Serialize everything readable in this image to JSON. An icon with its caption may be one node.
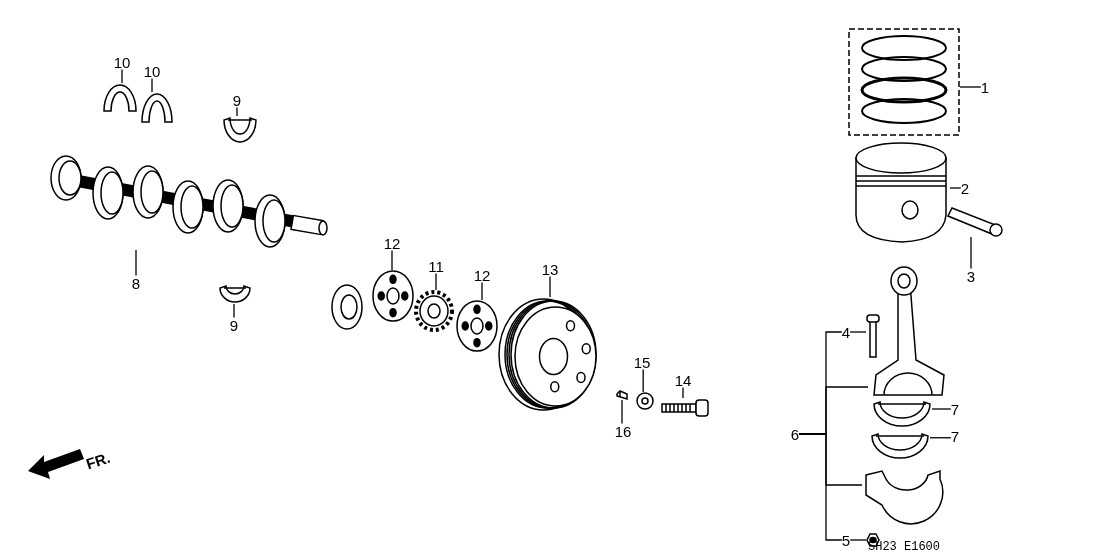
{
  "diagram": {
    "nodes": [
      {
        "text": [
          "10"
        ]
      },
      {
        "text": [
          "10"
        ]
      },
      {
        "text": [
          "9"
        ]
      },
      {
        "text": [
          "8"
        ]
      },
      {
        "text": [
          "9"
        ]
      },
      {
        "text": [
          "12"
        ]
      },
      {
        "text": [
          "11"
        ]
      },
      {
        "text": [
          "12"
        ]
      },
      {
        "text": [
          "13"
        ]
      },
      {
        "text": [
          "15"
        ]
      },
      {
        "text": [
          "14"
        ]
      },
      {
        "text": [
          "16"
        ]
      },
      {
        "text": [
          "1"
        ]
      },
      {
        "text": [
          "2"
        ]
      },
      {
        "text": [
          "3"
        ]
      },
      {
        "text": [
          "4"
        ]
      },
      {
        "text": [
          "6"
        ]
      },
      {
        "text": [
          "7"
        ]
      },
      {
        "text": [
          "7"
        ]
      },
      {
        "text": [
          "5"
        ]
      },
      {
        "text": [],
        "shape": "picture"
      },
      {
        "text": [],
        "shape": "picture"
      },
      {
        "text": [],
        "shape": "picture"
      },
      {
        "text": [],
        "shape": "picture"
      },
      {
        "text": [],
        "shape": "picture"
      },
      {
        "text": [],
        "shape": "picture"
      },
      {
        "text": [],
        "shape": "picture"
      },
      {
        "text": [],
        "shape": "picture"
      },
      {
        "text": [],
        "shape": "picture"
      },
      {
        "text": [],
        "shape": "picture"
      },
      {
        "text": [],
        "shape": "picture"
      },
      {
        "text": [],
        "shape": "picture"
      },
      {
        "text": [],
        "shape": "picture"
      },
      {
        "text": [],
        "shape": "picture"
      },
      {
        "text": [],
        "shape": "picture"
      },
      {
        "text": [],
        "shape": "picture"
      },
      {
        "text": [],
        "shape": "picture"
      },
      {
        "text": [],
        "shape": "picture"
      },
      {
        "text": [],
        "shape": "picture"
      },
      {
        "text": [],
        "shape": "picture"
      },
      {
        "text": [],
        "shape": "picture"
      }
    ],
    "edges": [
      {
        "from": 0,
        "to": 20,
        "arrow": "none"
      },
      {
        "from": 1,
        "to": 21,
        "arrow": "none"
      },
      {
        "from": 2,
        "to": 22,
        "arrow": "none"
      },
      {
        "from": 3,
        "to": 23,
        "arrow": "none"
      },
      {
        "from": 4,
        "to": 24,
        "arrow": "none"
      },
      {
        "from": 5,
        "to": 25,
        "arrow": "none"
      },
      {
        "from": 6,
        "to": 26,
        "arrow": "none"
      },
      {
        "from": 7,
        "to": 27,
        "arrow": "none"
      },
      {
        "from": 8,
        "to": 28,
        "arrow": "none"
      },
      {
        "from": 9,
        "to": 29,
        "arrow": "none"
      },
      {
        "from": 10,
        "to": 30,
        "arrow": "none"
      },
      {
        "from": 11,
        "to": 31,
        "arrow": "none"
      },
      {
        "from": 12,
        "to": 32,
        "arrow": "none"
      },
      {
        "from": 13,
        "to": 33,
        "arrow": "none"
      },
      {
        "from": 14,
        "to": 34,
        "arrow": "none"
      },
      {
        "from": 15,
        "to": 35,
        "arrow": "none"
      },
      {
        "from": 16,
        "to": 36,
        "arrow": "none"
      },
      {
        "from": 16,
        "to": 39,
        "arrow": "none"
      },
      {
        "from": 17,
        "to": 37,
        "arrow": "none"
      },
      {
        "from": 18,
        "to": 38,
        "arrow": "none"
      },
      {
        "from": 19,
        "to": 40,
        "arrow": "none"
      },
      {
        "from": 16,
        "to": 15,
        "arrow": "none"
      },
      {
        "from": 16,
        "to": 19,
        "arrow": "none"
      }
    ],
    "labels": [
      "FR.",
      "SH23 E1600"
    ]
  }
}
